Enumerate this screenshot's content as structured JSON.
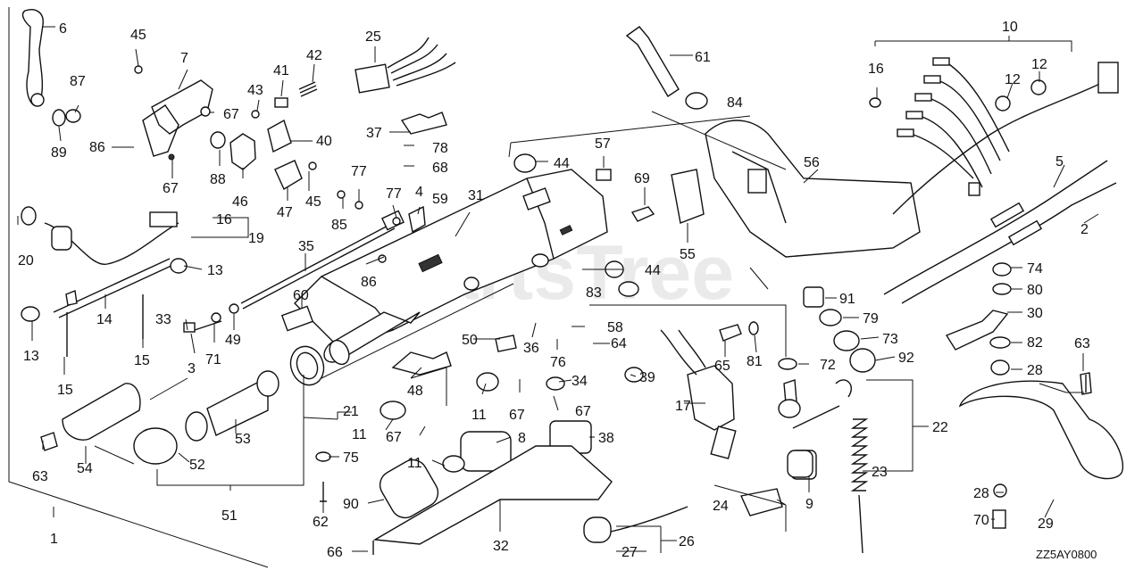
{
  "diagram": {
    "code": "ZZ5AY0800",
    "watermark": "PartsTree",
    "callouts": [
      {
        "key": "6",
        "text": "6"
      },
      {
        "key": "45a",
        "text": "45"
      },
      {
        "key": "7",
        "text": "7"
      },
      {
        "key": "87",
        "text": "87"
      },
      {
        "key": "67a",
        "text": "67"
      },
      {
        "key": "89",
        "text": "89"
      },
      {
        "key": "86a",
        "text": "86"
      },
      {
        "key": "88",
        "text": "88"
      },
      {
        "key": "67b",
        "text": "67"
      },
      {
        "key": "46",
        "text": "46"
      },
      {
        "key": "25",
        "text": "25"
      },
      {
        "key": "43",
        "text": "43"
      },
      {
        "key": "41",
        "text": "41"
      },
      {
        "key": "42",
        "text": "42"
      },
      {
        "key": "40",
        "text": "40"
      },
      {
        "key": "45b",
        "text": "45"
      },
      {
        "key": "47",
        "text": "47"
      },
      {
        "key": "37",
        "text": "37"
      },
      {
        "key": "78",
        "text": "78"
      },
      {
        "key": "68",
        "text": "68"
      },
      {
        "key": "77a",
        "text": "77"
      },
      {
        "key": "77b",
        "text": "77"
      },
      {
        "key": "85",
        "text": "85"
      },
      {
        "key": "4",
        "text": "4"
      },
      {
        "key": "59",
        "text": "59"
      },
      {
        "key": "31",
        "text": "31"
      },
      {
        "key": "61",
        "text": "61"
      },
      {
        "key": "84",
        "text": "84"
      },
      {
        "key": "44a",
        "text": "44"
      },
      {
        "key": "57",
        "text": "57"
      },
      {
        "key": "69",
        "text": "69"
      },
      {
        "key": "55",
        "text": "55"
      },
      {
        "key": "44b",
        "text": "44"
      },
      {
        "key": "83",
        "text": "83"
      },
      {
        "key": "56",
        "text": "56"
      },
      {
        "key": "10",
        "text": "10"
      },
      {
        "key": "16a",
        "text": "16"
      },
      {
        "key": "12a",
        "text": "12"
      },
      {
        "key": "12b",
        "text": "12"
      },
      {
        "key": "5",
        "text": "5"
      },
      {
        "key": "2",
        "text": "2"
      },
      {
        "key": "74",
        "text": "74"
      },
      {
        "key": "80",
        "text": "80"
      },
      {
        "key": "30",
        "text": "30"
      },
      {
        "key": "82",
        "text": "82"
      },
      {
        "key": "63a",
        "text": "63"
      },
      {
        "key": "28a",
        "text": "28"
      },
      {
        "key": "91",
        "text": "91"
      },
      {
        "key": "79",
        "text": "79"
      },
      {
        "key": "73",
        "text": "73"
      },
      {
        "key": "92",
        "text": "92"
      },
      {
        "key": "72",
        "text": "72"
      },
      {
        "key": "81",
        "text": "81"
      },
      {
        "key": "65",
        "text": "65"
      },
      {
        "key": "20",
        "text": "20"
      },
      {
        "key": "16b",
        "text": "16"
      },
      {
        "key": "19",
        "text": "19"
      },
      {
        "key": "13a",
        "text": "13"
      },
      {
        "key": "35",
        "text": "35"
      },
      {
        "key": "86b",
        "text": "86"
      },
      {
        "key": "60",
        "text": "60"
      },
      {
        "key": "14",
        "text": "14"
      },
      {
        "key": "13b",
        "text": "13"
      },
      {
        "key": "33",
        "text": "33"
      },
      {
        "key": "71",
        "text": "71"
      },
      {
        "key": "49",
        "text": "49"
      },
      {
        "key": "3",
        "text": "3"
      },
      {
        "key": "15a",
        "text": "15"
      },
      {
        "key": "15b",
        "text": "15"
      },
      {
        "key": "58",
        "text": "58"
      },
      {
        "key": "50",
        "text": "50"
      },
      {
        "key": "36",
        "text": "36"
      },
      {
        "key": "76",
        "text": "76"
      },
      {
        "key": "64",
        "text": "64"
      },
      {
        "key": "39",
        "text": "39"
      },
      {
        "key": "34",
        "text": "34"
      },
      {
        "key": "48",
        "text": "48"
      },
      {
        "key": "11a",
        "text": "11"
      },
      {
        "key": "67c",
        "text": "67"
      },
      {
        "key": "67d",
        "text": "67"
      },
      {
        "key": "17",
        "text": "17"
      },
      {
        "key": "21",
        "text": "21"
      },
      {
        "key": "11b",
        "text": "11"
      },
      {
        "key": "67e",
        "text": "67"
      },
      {
        "key": "8",
        "text": "8"
      },
      {
        "key": "38",
        "text": "38"
      },
      {
        "key": "11c",
        "text": "11"
      },
      {
        "key": "75",
        "text": "75"
      },
      {
        "key": "62",
        "text": "62"
      },
      {
        "key": "53",
        "text": "53"
      },
      {
        "key": "54",
        "text": "54"
      },
      {
        "key": "63b",
        "text": "63"
      },
      {
        "key": "52",
        "text": "52"
      },
      {
        "key": "51",
        "text": "51"
      },
      {
        "key": "90",
        "text": "90"
      },
      {
        "key": "32",
        "text": "32"
      },
      {
        "key": "66",
        "text": "66"
      },
      {
        "key": "24",
        "text": "24"
      },
      {
        "key": "26",
        "text": "26"
      },
      {
        "key": "27",
        "text": "27"
      },
      {
        "key": "9",
        "text": "9"
      },
      {
        "key": "23",
        "text": "23"
      },
      {
        "key": "22",
        "text": "22"
      },
      {
        "key": "28b",
        "text": "28"
      },
      {
        "key": "29",
        "text": "29"
      },
      {
        "key": "70",
        "text": "70"
      },
      {
        "key": "1",
        "text": "1"
      }
    ]
  }
}
